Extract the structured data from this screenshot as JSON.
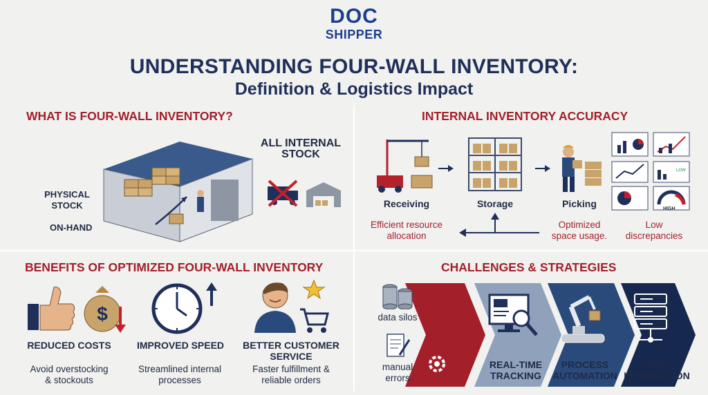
{
  "logo": {
    "brand_top": "DOC",
    "brand_bottom": "SHIPPER"
  },
  "header": {
    "title": "UNDERSTANDING FOUR-WALL INVENTORY:",
    "subtitle": "Definition & Logistics Impact"
  },
  "what_is": {
    "heading": "WHAT IS FOUR-WALL INVENTORY?",
    "all_internal": "ALL INTERNAL\nSTOCK",
    "physical_stock": "PHYSICAL\nSTOCK",
    "on_hand": "ON-HAND"
  },
  "accuracy": {
    "heading": "INTERNAL INVENTORY ACCURACY",
    "steps": [
      "Receiving",
      "Storage",
      "Picking"
    ],
    "notes": [
      "Efficient resource\nallocation",
      "Optimized\nspace usage.",
      "Low\ndiscrepancies"
    ],
    "gauge_low": "LOW",
    "gauge_high": "HIGH"
  },
  "benefits": {
    "heading": "BENEFITS OF OPTIMIZED FOUR-WALL INVENTORY",
    "items": [
      {
        "title": "REDUCED COSTS",
        "desc": "Avoid overstocking\n& stockouts"
      },
      {
        "title": "IMPROVED SPEED",
        "desc": "Streamlined internal\nprocesses"
      },
      {
        "title": "BETTER CUSTOMER\nSERVICE",
        "desc": "Faster fulfillment &\nreliable orders"
      }
    ]
  },
  "challenges": {
    "heading": "CHALLENGES & STRATEGIES",
    "problems": [
      "data silos",
      "manual\nerrors"
    ],
    "strategies": [
      "REAL-TIME\nTRACKING",
      "PROCESS\nAUTOMATION",
      "WMS\nINTEGRATION"
    ]
  },
  "colors": {
    "navy": "#1f2f5a",
    "red": "#a31f2a",
    "brand_blue": "#1c3f8c"
  }
}
